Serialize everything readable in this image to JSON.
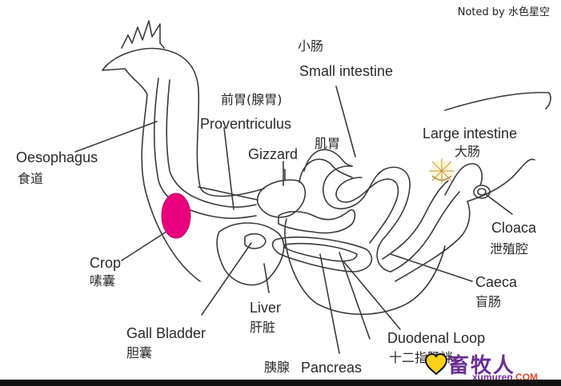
{
  "credit": "Noted by 水色星空",
  "labels": {
    "small_intestine_zh": "小肠",
    "small_intestine_en": "Small intestine",
    "proventriculus_zh": "前胃(腺胃)",
    "proventriculus_en": "Proventriculus",
    "gizzard_en": "Gizzard",
    "gizzard_zh": "肌胃",
    "large_intestine_en": "Large intestine",
    "large_intestine_zh": "大肠",
    "oesophagus_en": "Oesophagus",
    "oesophagus_zh": "食道",
    "crop_en": "Crop",
    "crop_zh": "嗉囊",
    "cloaca_en": "Cloaca",
    "cloaca_zh": "泄殖腔",
    "caeca_en": "Caeca",
    "caeca_zh": "盲肠",
    "liver_en": "Liver",
    "liver_zh": "肝脏",
    "gall_bladder_en": "Gall Bladder",
    "gall_bladder_zh": "胆囊",
    "duodenal_loop_en": "Duodenal Loop",
    "duodenal_loop_zh": "十二指肠袢",
    "pancreas_zh": "胰腺",
    "pancreas_en": "Pancreas"
  },
  "logo": {
    "name": "畜牧人",
    "site": "xumuren",
    "domain": ".COM"
  },
  "colors": {
    "outline": "#3a3a3a",
    "crop_fill": "#e8007e",
    "accent": "#6a2f92"
  }
}
